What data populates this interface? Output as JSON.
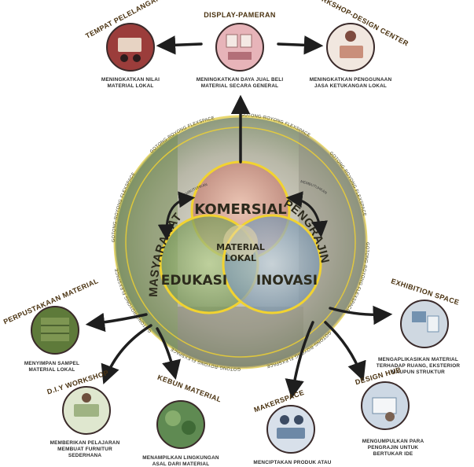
{
  "ring_text": "GOTONG-ROYONG FLEXSPACE",
  "venn": {
    "top": "KOMERSIAL",
    "left": "EDUKASI",
    "right": "INOVASI",
    "center_line1": "MATERIAL",
    "center_line2": "LOKAL",
    "side_left": "MASYARAKAT",
    "side_right": "PENGRAJIN",
    "arc_left": "MEMBUTUHKAN",
    "arc_right": "MEMBUTUHKAN"
  },
  "nodes": {
    "tempat_pelelangan": {
      "title": "TEMPAT PELELANGAN",
      "caption": [
        "MENINGKATKAN NILAI",
        "MATERIAL LOKAL"
      ]
    },
    "display_pameran": {
      "title": "DISPLAY-PAMERAN",
      "caption": [
        "MENINGKATKAN DAYA JUAL BELI",
        "MATERIAL SECARA GENERAL"
      ]
    },
    "workshop_design_center": {
      "title": "WORKSHOP-DESIGN CENTER",
      "caption": [
        "MENINGKATKAN PENGGUNAAN",
        "JASA KETUKANGAN LOKAL"
      ]
    },
    "perpustakaan_material": {
      "title": "PERPUSTAKAAN MATERIAL",
      "caption": [
        "MENYIMPAN SAMPEL",
        "MATERIAL LOKAL"
      ]
    },
    "exhibition_space": {
      "title": "EXHIBITION SPACE",
      "caption": [
        "MENGAPLIKASIKAN MATERIAL",
        "TERHADAP RUANG, EKSTERIOR",
        "MAUPUN STRUKTUR"
      ]
    },
    "diy_workshop": {
      "title": "D.I.Y WORKSHOP",
      "caption": [
        "MEMBERIKAN PELAJARAN",
        "MEMBUAT FURNITUR",
        "SEDERHANA"
      ]
    },
    "kebun_material": {
      "title": "KEBUN MATERIAL",
      "caption": [
        "MENAMPILKAN LINGKUNGAN",
        "ASAL DARI MATERIAL"
      ]
    },
    "makerspace": {
      "title": "MAKERSPACE",
      "caption": [
        "MENCIPTAKAN PRODUK ATAU"
      ]
    },
    "design_hub": {
      "title": "DESIGN HUB",
      "caption": [
        "MENGUMPULKAN PARA",
        "PENGRAJIN UNTUK",
        "BERTUKAR IDE"
      ]
    }
  },
  "colors": {
    "accent_yellow": "#f2d330",
    "circle_border": "#2a2a2a",
    "arrow": "#1e1e1e",
    "title_text": "#4a3210",
    "komersial_tint": "#c98a7e",
    "edukasi_tint": "#7fa060",
    "inovasi_tint": "#7b96b0"
  }
}
